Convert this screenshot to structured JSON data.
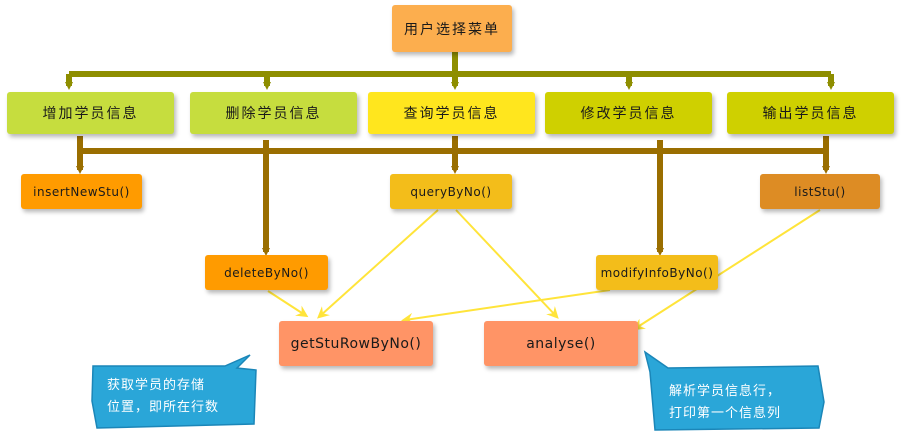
{
  "root": {
    "label": "用户选择菜单"
  },
  "menu": {
    "add": "增加学员信息",
    "delete": "删除学员信息",
    "query": "查询学员信息",
    "modify": "修改学员信息",
    "output": "输出学员信息"
  },
  "functions": {
    "insert": "insertNewStu()",
    "query": "queryByNo()",
    "list": "listStu()",
    "delete": "deleteByNo()",
    "modify": "modifyInfoByNo()",
    "getrow": "getStuRowByNo()",
    "analyse": "analyse()"
  },
  "callouts": {
    "left": {
      "line1": "获取学员的存储",
      "line2": "位置，即所在行数"
    },
    "right": {
      "line1": "解析学员信息行，",
      "line2": "打印第一个信息列"
    }
  },
  "colors": {
    "root": "#FCAE4E",
    "menu_green": "#C6DD3E",
    "menu_yellow": "#FFE61E",
    "menu_olive": "#CFD000",
    "func_orange": "#FF9B00",
    "func_gold": "#F3BD1A",
    "func_dark_orange": "#DD8C24",
    "func_salmon": "#FF9466",
    "connector_brown": "#9A6E00",
    "connector_olive": "#8E8E00",
    "arrow_yellow": "#FFE43A",
    "callout_blue": "#2AA6D8"
  }
}
